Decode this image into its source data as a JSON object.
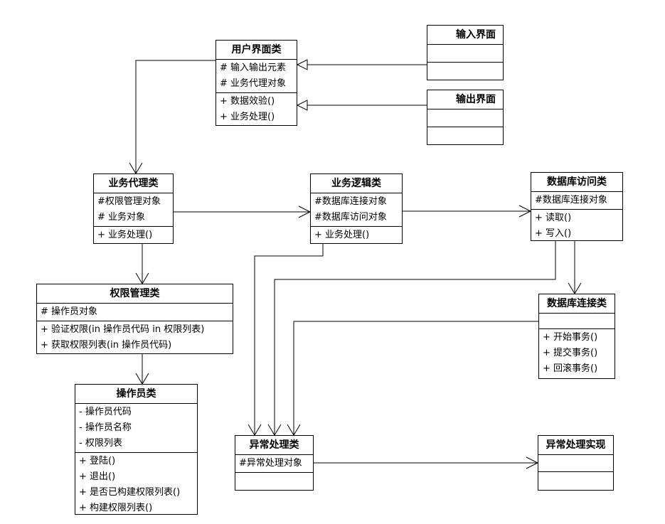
{
  "classes": {
    "ui": {
      "name": "用户界面类",
      "attributes": [
        "# 输入输出元素",
        "# 业务代理对象"
      ],
      "methods": [
        "+  数据效验()",
        "+  业务处理()"
      ]
    },
    "input": {
      "name": "输入界面"
    },
    "output": {
      "name": "输出界面"
    },
    "proxy": {
      "name": "业务代理类",
      "attributes": [
        "#权限管理对象",
        "# 业务对象"
      ],
      "methods": [
        "+ 业务处理()"
      ]
    },
    "logic": {
      "name": "业务逻辑类",
      "attributes": [
        "#数据库连接对象",
        "#数据库访问对象"
      ],
      "methods": [
        "+  业务处理()"
      ]
    },
    "dbaccess": {
      "name": "数据库访问类",
      "attributes": [
        "#数据库连接对象"
      ],
      "methods": [
        "+ 读取()",
        "+ 写入()"
      ]
    },
    "auth": {
      "name": "权限管理类",
      "attributes": [
        "#  操作员对象"
      ],
      "methods": [
        "+  验证权限(in  操作员代码 in  权限列表)",
        "+  获取权限列表(in  操作员代码)"
      ]
    },
    "dbconn": {
      "name": "数据库连接类",
      "methods": [
        "+  开始事务()",
        "+  提交事务()",
        "+  回滚事务()"
      ]
    },
    "operator": {
      "name": "操作员类",
      "attributes": [
        "-  操作员代码",
        "-  操作员名称",
        "-  权限列表"
      ],
      "methods": [
        "+ 登陆()",
        "+ 退出()",
        "+   是否已构建权限列表()",
        "+  构建权限列表()"
      ]
    },
    "exception": {
      "name": "异常处理类",
      "attributes": [
        "#异常处理对象"
      ]
    },
    "exceptionimpl": {
      "name": "异常处理实现"
    }
  }
}
